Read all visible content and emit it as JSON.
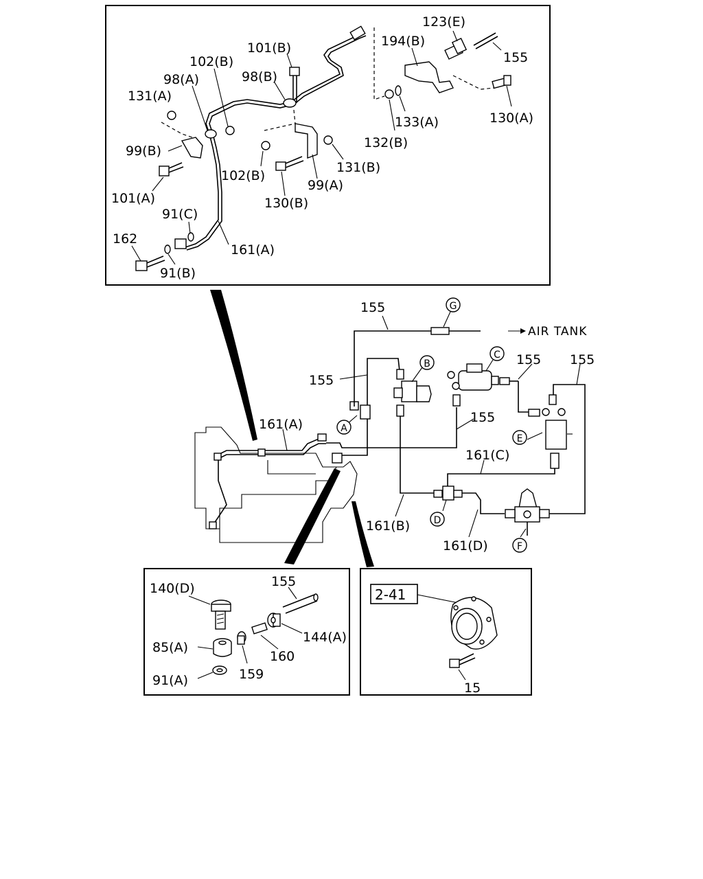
{
  "top_detail": {
    "labels": {
      "p123e": "123(E)",
      "p194b": "194(B)",
      "p155": "155",
      "p101b": "101(B)",
      "p102b_top": "102(B)",
      "p98a": "98(A)",
      "p98b": "98(B)",
      "p131a": "131(A)",
      "p99b": "99(B)",
      "p101a": "101(A)",
      "p102b_mid": "102(B)",
      "p130b": "130(B)",
      "p99a": "99(A)",
      "p131b": "131(B)",
      "p133a": "133(A)",
      "p132b": "132(B)",
      "p130a": "130(A)",
      "p91c": "91(C)",
      "p162": "162",
      "p161a": "161(A)",
      "p91b": "91(B)"
    }
  },
  "main_diagram": {
    "labels": {
      "p155_top": "155",
      "air_tank": "AIR TANK",
      "p155_left": "155",
      "p155_c": "155",
      "p155_right": "155",
      "p155_mid": "155",
      "p161a": "161(A)",
      "p161c": "161(C)",
      "p161b": "161(B)",
      "p161d": "161(D)"
    },
    "callouts": {
      "a": "A",
      "b": "B",
      "c": "C",
      "d": "D",
      "e": "E",
      "f": "F",
      "g": "G"
    }
  },
  "bottom_left_detail": {
    "labels": {
      "p140d": "140(D)",
      "p155": "155",
      "p85a": "85(A)",
      "p144a": "144(A)",
      "p160": "160",
      "p91a": "91(A)",
      "p159": "159"
    }
  },
  "bottom_right_detail": {
    "labels": {
      "ref": "2-41",
      "p15": "15"
    }
  }
}
